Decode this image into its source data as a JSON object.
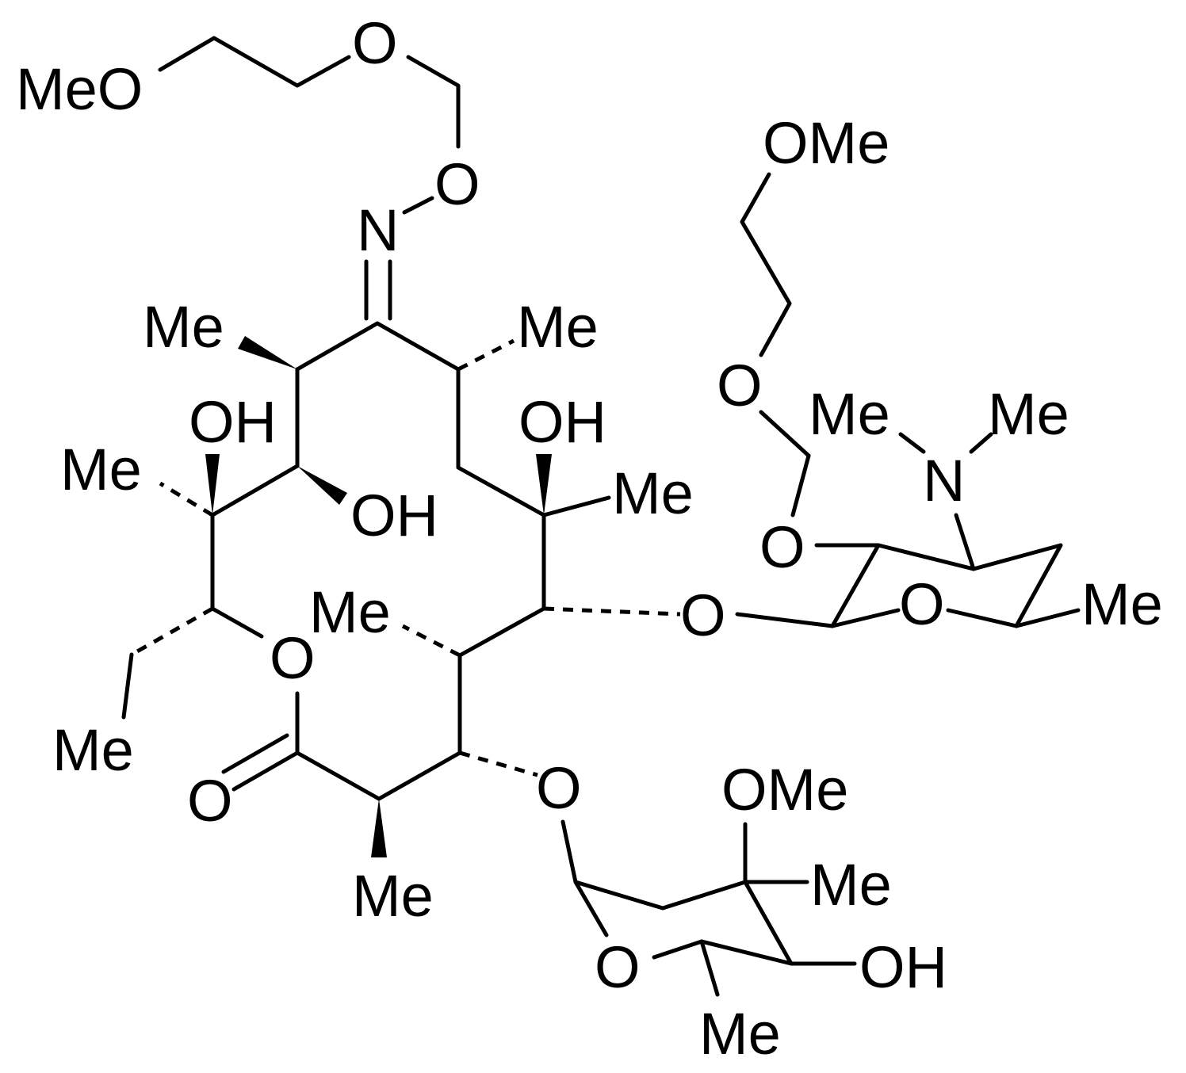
{
  "structure": {
    "labels": {
      "meo_top": "MeO",
      "o_chain1": "O",
      "o_chain2": "O",
      "n_oxime": "N",
      "me_c10": "Me",
      "me_c8": "Me",
      "oh_c12": "OH",
      "oh_c6": "OH",
      "me_c12": "Me",
      "oh_c11": "OH",
      "me_c6": "Me",
      "me_c4": "Me",
      "o_lactone": "O",
      "me_ethyl": "Me",
      "o_carbonyl": "O",
      "me_c2": "Me",
      "o_c3": "O",
      "o_c5": "O",
      "ome_top_right": "OMe",
      "o_mem1": "O",
      "o_mem2": "O",
      "me_n1": "Me",
      "me_n2": "Me",
      "n_amine": "N",
      "o_ring_desosamine": "O",
      "me_desosamine": "Me",
      "ome_cladinose": "OMe",
      "me_cladinose_c3": "Me",
      "o_ring_cladinose": "O",
      "oh_cladinose": "OH",
      "me_cladinose_c5": "Me"
    }
  }
}
